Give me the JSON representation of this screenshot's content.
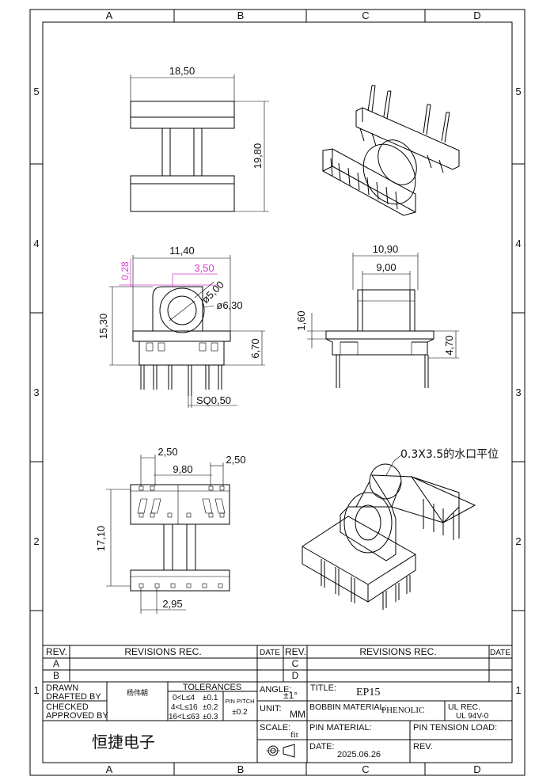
{
  "grid": {
    "columns": [
      "A",
      "B",
      "C",
      "D"
    ],
    "rows": [
      "5",
      "4",
      "3",
      "2",
      "1"
    ]
  },
  "dimensions": {
    "top_width": "18,50",
    "top_height": "19,80",
    "front_width": "11,40",
    "front_offset": "3,50",
    "front_small": "0,28",
    "front_d_inner": "ø5,00",
    "front_d_outer": "ø6,30",
    "front_height": "15,30",
    "front_base": "6,70",
    "pin_sq": "SQ0,50",
    "side_outer": "10,90",
    "side_inner": "9,00",
    "side_flange": "1,60",
    "side_base": "4,70",
    "bottom_left_gap": "2,50",
    "bottom_right_gap": "2,50",
    "bottom_span": "9,80",
    "bottom_height": "17,10",
    "bottom_pitch": "2,95"
  },
  "annotation": "0.3X3.5的水口平位",
  "title_block": {
    "rev_label": "REV.",
    "revisions_label": "REVISIONS REC.",
    "date_label": "DATE",
    "rev_a": "A",
    "rev_b": "B",
    "rev_c": "C",
    "rev_d": "D",
    "drawn": "DRAWN",
    "drafted_by": "DRAFTED  BY",
    "drafter_name": "杨伟朝",
    "checked": "CHECKED",
    "approved_by": "APPROVED BY",
    "tolerances": "TOLERANCES",
    "tol_1": "0<L≤4",
    "tol_1v": "±0.1",
    "tol_2": "4<L≤16",
    "tol_2v": "±0.2",
    "tol_3": "16<L≤63",
    "tol_3v": "±0.3",
    "pin_pitch": "PIN PITCH",
    "pin_pitch_v": "±0.2",
    "angle_label": "ANGLE:",
    "angle_value": "±1°",
    "unit_label": "UNIT:",
    "unit_value": "MM",
    "scale_label": "SCALE:",
    "scale_value": "fit",
    "title_label": "TITLE:",
    "title_value": "EP15",
    "bobbin_material_label": "BOBBIN MATERIAL:",
    "bobbin_material_value": "PHENOLIC",
    "ul_rec_label": "UL REC.",
    "ul_rec_value": "UL 94V-0",
    "pin_material_label": "PIN MATERIAL:",
    "pin_tension_label": "PIN TENSION LOAD:",
    "company": "恒捷电子",
    "date_label2": "DATE:",
    "date_value": "2025.06.26",
    "rev_label2": "REV."
  }
}
